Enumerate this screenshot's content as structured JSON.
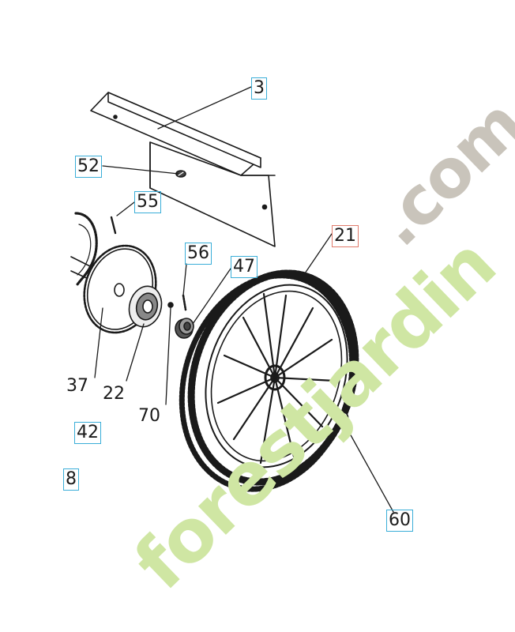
{
  "diagram": {
    "labels": {
      "l3": "3",
      "l52": "52",
      "l55": "55",
      "l21": "21",
      "l56": "56",
      "l47": "47",
      "l37": "37",
      "l22": "22",
      "l70": "70",
      "l42": "42",
      "l8": "8",
      "l60": "60"
    },
    "watermark": {
      "part_a": "forest",
      "part_b": "jardin",
      "part_c": ".com"
    },
    "colors": {
      "label_box": "#3aaed8",
      "highlight_box": "#e07a6a",
      "watermark_green": "#cfe6a3",
      "watermark_gray": "#c9c4bb",
      "line": "#1a1a1a"
    }
  }
}
